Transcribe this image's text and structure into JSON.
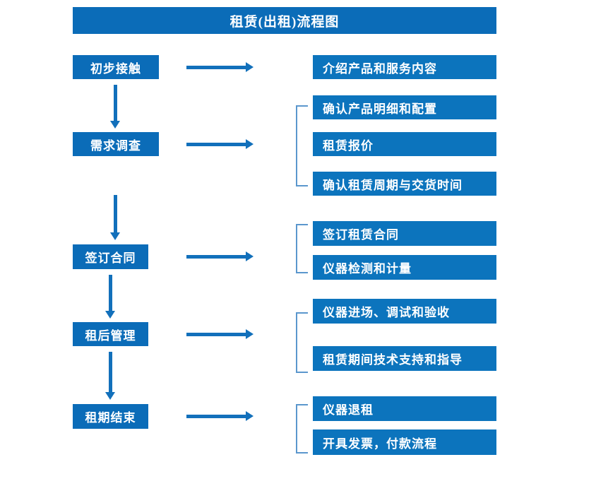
{
  "diagram": {
    "title": "租赁(出租)流程图",
    "colors": {
      "banner": "#0b6cb8",
      "stage_box": "#0b6cb8",
      "detail_box": "#0c74bd",
      "arrow": "#1270bb",
      "bracket": "#5b97cd",
      "text": "#ffffff",
      "background": "#ffffff"
    },
    "stages": [
      {
        "id": "stage-1",
        "label": "初步接触"
      },
      {
        "id": "stage-2",
        "label": "需求调查"
      },
      {
        "id": "stage-3",
        "label": "签订合同"
      },
      {
        "id": "stage-4",
        "label": "租后管理"
      },
      {
        "id": "stage-5",
        "label": "租期结束"
      }
    ],
    "details": [
      {
        "id": "detail-1",
        "label": "介绍产品和服务内容",
        "stage": "初步接触"
      },
      {
        "id": "detail-2",
        "label": "确认产品明细和配置",
        "stage": "需求调查"
      },
      {
        "id": "detail-3",
        "label": "租赁报价",
        "stage": "需求调查"
      },
      {
        "id": "detail-4",
        "label": "确认租赁周期与交货时间",
        "stage": "需求调查"
      },
      {
        "id": "detail-5",
        "label": "签订租赁合同",
        "stage": "签订合同"
      },
      {
        "id": "detail-6",
        "label": "仪器检测和计量",
        "stage": "签订合同"
      },
      {
        "id": "detail-7",
        "label": "仪器进场、调试和验收",
        "stage": "租后管理"
      },
      {
        "id": "detail-8",
        "label": "租赁期间技术支持和指导",
        "stage": "租后管理"
      },
      {
        "id": "detail-9",
        "label": "仪器退租",
        "stage": "租期结束"
      },
      {
        "id": "detail-10",
        "label": "开具发票，付款流程",
        "stage": "租期结束"
      }
    ]
  }
}
